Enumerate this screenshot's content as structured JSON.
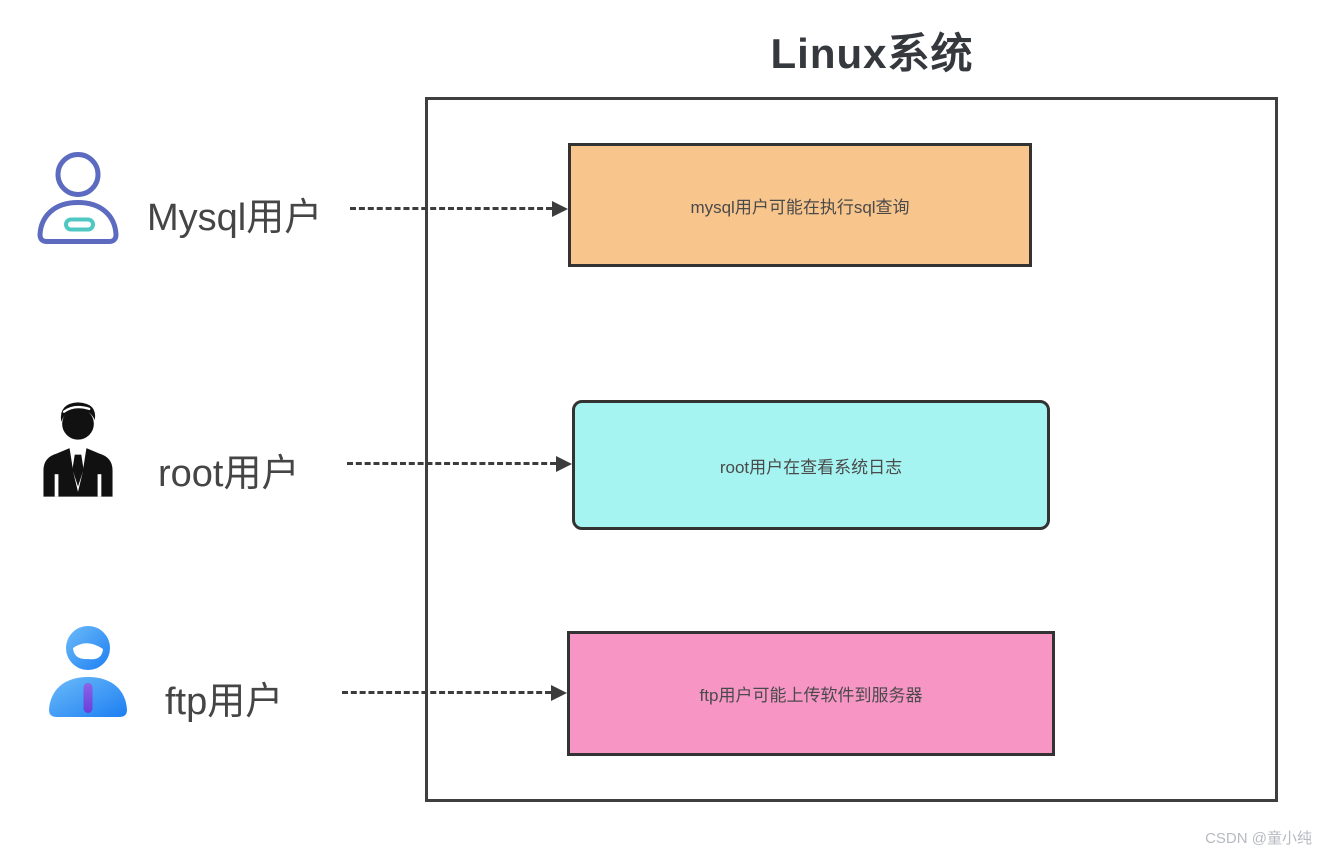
{
  "title": "Linux系统",
  "watermark": "CSDN @童小纯",
  "users": [
    {
      "label": "Mysql用户",
      "icon": "mysql-user-icon"
    },
    {
      "label": "root用户",
      "icon": "root-user-icon"
    },
    {
      "label": "ftp用户",
      "icon": "ftp-user-icon"
    }
  ],
  "boxes": [
    {
      "text": "mysql用户可能在执行sql查询",
      "color": "#f8c58d"
    },
    {
      "text": "root用户在查看系统日志",
      "color": "#a6f4f2"
    },
    {
      "text": "ftp用户可能上传软件到服务器",
      "color": "#f795c5"
    }
  ],
  "colors": {
    "container_border": "#3f3f3f",
    "box_border": "#333333",
    "arrow": "#3c3c3c",
    "title_text": "#35383d",
    "label_text": "#454545",
    "box_text": "#4a4a4a",
    "mysql_icon_outline": "#5c6bc0",
    "mysql_icon_badge": "#4fc8c4",
    "root_icon_fill": "#111111",
    "ftp_icon_blue": "#2e93f5",
    "ftp_icon_tie": "#7a52dd",
    "watermark_text": "#b6babf"
  }
}
